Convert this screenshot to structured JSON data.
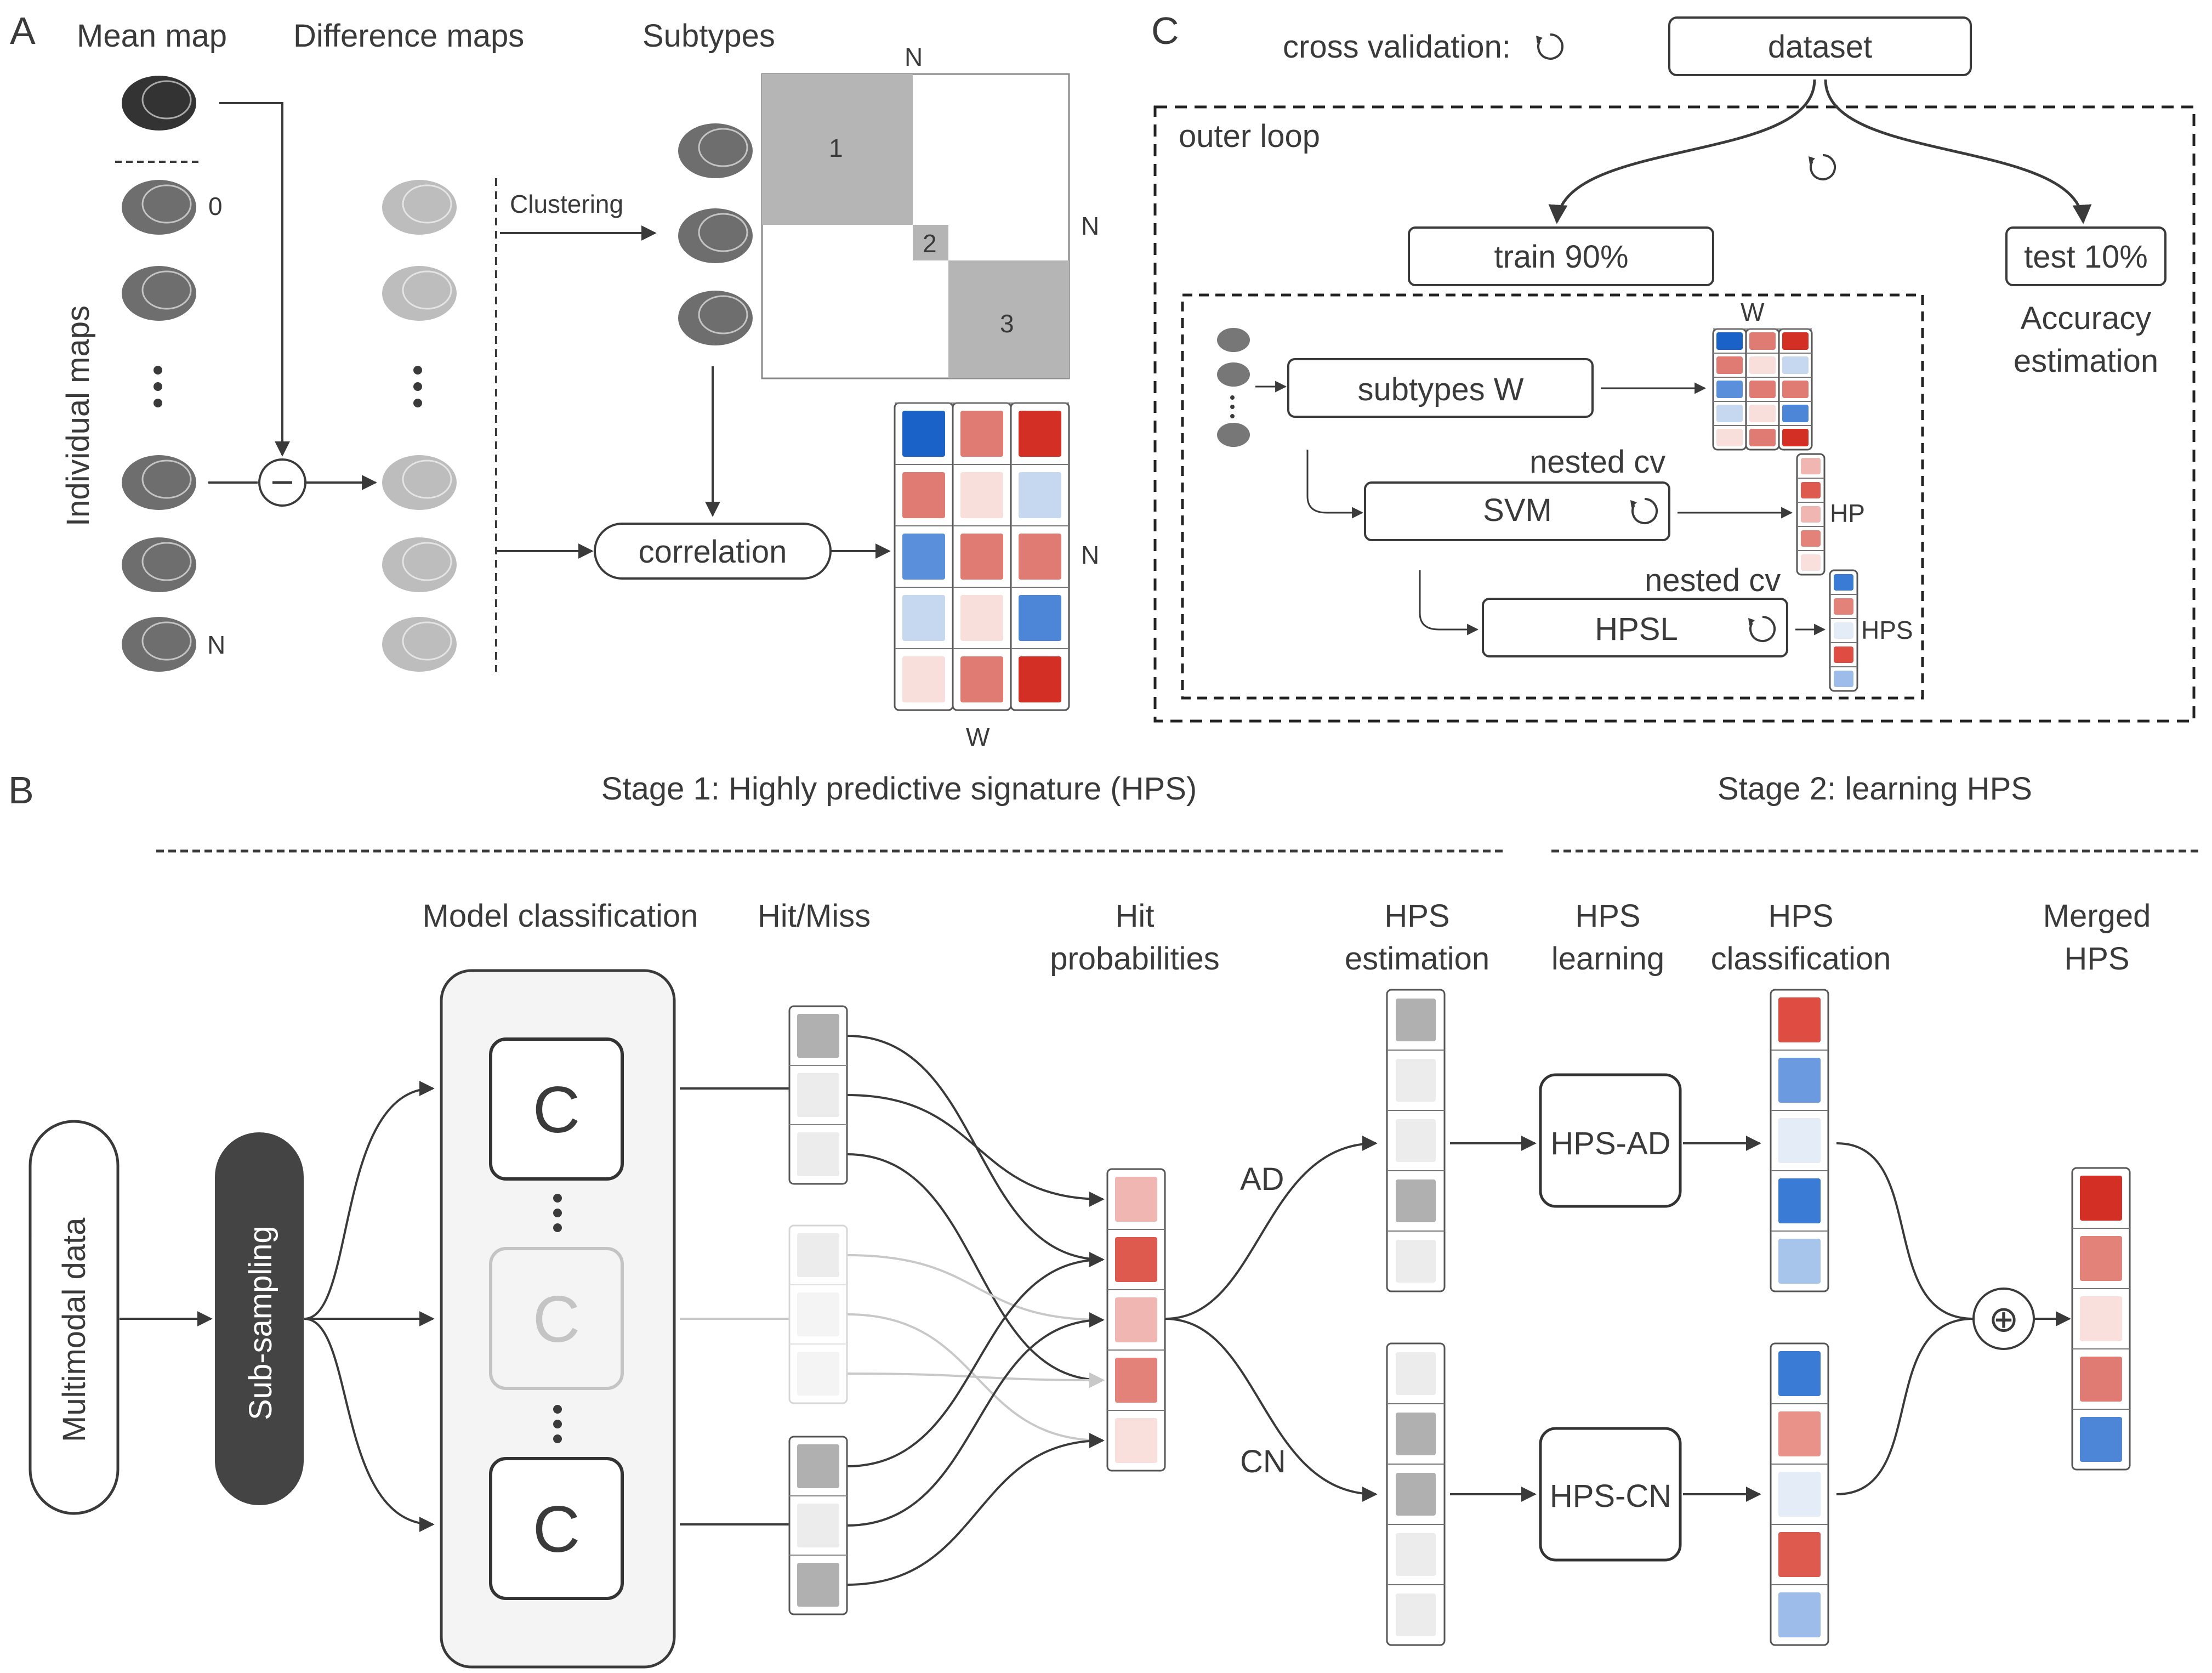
{
  "panel_a": {
    "label": "A",
    "headers": {
      "mean_map": "Mean map",
      "difference_maps": "Difference maps",
      "subtypes": "Subtypes"
    },
    "individual_maps_label": "Individual maps",
    "index_zero": "0",
    "index_n": "N",
    "clustering_label": "Clustering",
    "correlation_label": "correlation",
    "matrix_n_top": "N",
    "matrix_n_right": "N",
    "block_labels": [
      "1",
      "2",
      "3"
    ],
    "weights_n_right": "N",
    "weights_w_bottom": "W",
    "weight_colors": [
      [
        "#1a62c8",
        "#e07b74",
        "#d42f24"
      ],
      [
        "#e07b74",
        "#f8dfdc",
        "#c6d7f0"
      ],
      [
        "#5a8fdc",
        "#e07b74",
        "#e07b74"
      ],
      [
        "#c6d7f0",
        "#f8dfdc",
        "#4d86d6"
      ],
      [
        "#f8dfdc",
        "#e07b74",
        "#d42f24"
      ]
    ]
  },
  "panel_b": {
    "label": "B",
    "stage1_title": "Stage 1: Highly  predictive signature (HPS)",
    "stage2_title": "Stage 2: learning HPS",
    "column_headers": {
      "model_classification": "Model classification",
      "hit_miss": "Hit/Miss",
      "hit_probabilities": [
        "Hit",
        "probabilities"
      ],
      "hps_estimation": [
        "HPS",
        "estimation"
      ],
      "hps_learning": [
        "HPS",
        "learning"
      ],
      "hps_classification": [
        "HPS",
        "classification"
      ],
      "merged_hps": [
        "Merged",
        "HPS"
      ]
    },
    "multimodal_data": "Multimodal data",
    "sub_sampling": "Sub-sampling",
    "classifier_symbol": "C",
    "ad_label": "AD",
    "cn_label": "CN",
    "hps_ad": "HPS-AD",
    "hps_cn": "HPS-CN",
    "merge_symbol": "⊕",
    "hit_miss_colors": [
      [
        "#b0b0b0",
        "#ececec",
        "#ececec"
      ],
      [
        "#ececec",
        "#f4f4f4",
        "#f4f4f4"
      ],
      [
        "#b0b0b0",
        "#ececec",
        "#b0b0b0"
      ]
    ],
    "hit_probability_colors": [
      "#f0b7b2",
      "#df5a4e",
      "#f0b7b2",
      "#e38279",
      "#f9e0dd"
    ],
    "hps_estimation_ad_colors": [
      "#b0b0b0",
      "#ececec",
      "#ececec",
      "#b0b0b0",
      "#ececec"
    ],
    "hps_estimation_cn_colors": [
      "#ececec",
      "#b0b0b0",
      "#b0b0b0",
      "#ececec",
      "#ececec"
    ],
    "hps_classification_ad_colors": [
      "#df4d42",
      "#6c9ae0",
      "#e4ecf8",
      "#3a7bd6",
      "#a7c4ea"
    ],
    "hps_classification_cn_colors": [
      "#3a7bd6",
      "#e8928a",
      "#e4ecf8",
      "#df5a4e",
      "#9dbce9"
    ],
    "merged_colors": [
      "#d42f24",
      "#e38279",
      "#f9e0dd",
      "#e07b74",
      "#4d86d6"
    ]
  },
  "panel_c": {
    "label": "C",
    "cross_validation": "cross validation:",
    "dataset": "dataset",
    "outer_loop": "outer loop",
    "train": "train 90%",
    "test": "test 10%",
    "accuracy_estimation": [
      "Accuracy",
      "estimation"
    ],
    "subtypes_w": "subtypes W",
    "w_label": "W",
    "nested_cv_1": "nested cv",
    "svm": "SVM",
    "hp": "HP",
    "nested_cv_2": "nested cv",
    "hpsl": "HPSL",
    "hps": "HPS",
    "w_matrix_colors": [
      [
        "#1a62c8",
        "#e07b74",
        "#d42f24"
      ],
      [
        "#e07b74",
        "#f8dfdc",
        "#c6d7f0"
      ],
      [
        "#5a8fdc",
        "#e07b74",
        "#e07b74"
      ],
      [
        "#c6d7f0",
        "#f8dfdc",
        "#4d86d6"
      ],
      [
        "#f8dfdc",
        "#e07b74",
        "#d42f24"
      ]
    ],
    "hp_colors": [
      "#f0b7b2",
      "#df5a4e",
      "#f0b7b2",
      "#e38279",
      "#f9e0dd"
    ],
    "hps_colors": [
      "#3a7bd6",
      "#e38279",
      "#e4ecf8",
      "#df4d42",
      "#9dbce9"
    ]
  }
}
